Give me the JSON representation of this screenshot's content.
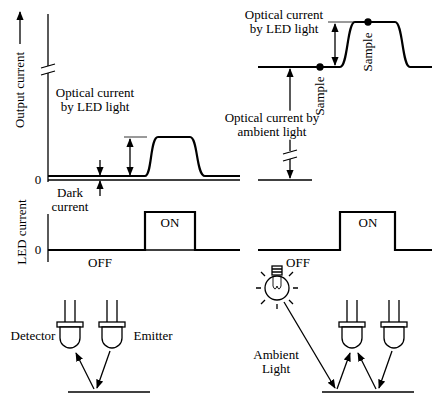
{
  "diagram": {
    "labels": [
      "Output current",
      "Optical current by LED light",
      "0",
      "Dark current",
      "LED current",
      "0",
      "ON",
      "OFF",
      "Optical current by LED light",
      "Optical current by ambient light",
      "Sample",
      "Sample",
      "ON",
      "OFF",
      "Detector",
      "Emitter",
      "Ambient Light"
    ]
  }
}
